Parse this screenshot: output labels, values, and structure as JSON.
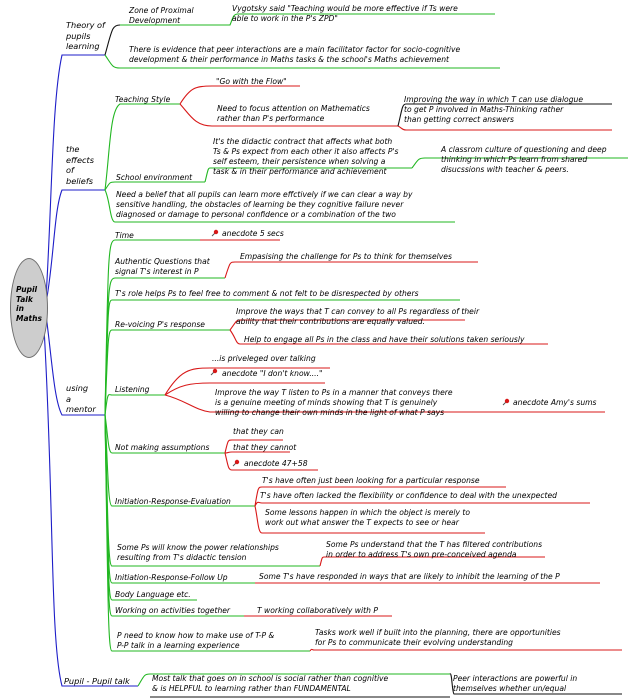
{
  "colors": {
    "blue": "#1e1ec8",
    "green": "#22b722",
    "red": "#d81818",
    "black": "#111111"
  },
  "root": {
    "label": "Pupil\nTalk\nin\nMaths"
  },
  "branches": {
    "theory": {
      "label": "Theory of\npupils\nlearning",
      "zpd": "Zone of Proximal\nDevelopment",
      "vygotsky": "Vygotsky said \"Teaching would be more effective if Ts were\nable to work in the P's ZPD\"",
      "evidence": "There is evidence that peer interactions are a main facilitator factor for socio-cognitive\ndevelopment & their performance in Maths tasks & the school's Maths achievement"
    },
    "beliefs": {
      "label": "the\neffects\nof\nbeliefs",
      "teaching_style": "Teaching Style",
      "go_with_flow": "\"Go with the Flow\"",
      "focus_maths": "Need to focus attention on Mathematics\nrather than P's performance",
      "improving_dialogue": "Improving the way in which T can use dialogue\nto get P involved in Maths-Thinking rather\nthan getting correct answers",
      "didactic_contract": "It's the didactic contract that affects what both\nTs & Ps expect from each other it also affects P's\nself esteem, their persistence when solving a\ntask & in their performance and achievement",
      "school_env": "School environment",
      "classroom_culture": "A classrom culture of questioning and deep\nthinking in which Ps learn from shared\ndisucssions with teacher & peers.",
      "need_belief": "Need a belief that all pupils can learn more effctively if we can clear a way by\nsensitive handling, the obstacles of learning be they cognitive failure never\ndiagnosed or damage to personal confidence or a combination of the two"
    },
    "mentor": {
      "label": "using\na\nmentor",
      "time": "Time",
      "anecdote_5": "anecdote 5 secs",
      "authentic_q": "Authentic Questions that\nsignal T's interest in P",
      "emphasising": "Empasising the challenge for Ps to think for themselves",
      "ts_role": "T's role helps Ps to feel free to comment  & not felt to be disrespected by others",
      "revoicing": "Re-voicing P's response",
      "improve_ways": "Improve the ways that T can convey to all Ps regardless of their\nability that their contributions are equally valued.",
      "help_engage": "Help to engage all Ps in the class and have their solutions taken seriously",
      "listening": "Listening",
      "privileged": "...is priveleged over talking",
      "anecdote_dont_know": "anecdote \"I don't know....\"",
      "improve_listen": "Improve the way T listen to Ps in a manner that conveys there\nis a genuine meeting of minds showing that T is genuinely\nwilling to change their own minds in the light of what P says",
      "anecdote_amy": "anecdote Amy's sums",
      "not_assuming": "Not making assumptions",
      "that_they_can": "that they can",
      "that_they_cannot": "that they cannot",
      "anecdote_47": "anecdote 47+58",
      "ire": "Initiation-Response-Evaluation",
      "ire_1": "T's have often just been looking for a particular response",
      "ire_2": "T's have often lacked the flexibility or confidence to deal with the unexpected",
      "ire_3": "Some lessons happen in which the object is merely to\nwork out what answer the T expects to see or hear",
      "power": "Some Ps will know the power relationships\nresulting from T's didactic tension",
      "power_1": "Some Ps understand that the T has filtered contributions\nin order to address T's own pre-conceived agenda",
      "irf": "Initiation-Response-Follow Up",
      "irf_1": "Some T's have responded in ways that are likely to inhibit the learning of the P",
      "body_language": "Body Language etc.",
      "together": "Working on activities together",
      "together_1": "T working collaboratively with P",
      "need_know": "P need to know how to make use of T-P &\nP-P talk in a learning experience",
      "tasks_well": "Tasks work well if built into the planning, there are opportunities\nfor Ps to communicate their evolving understanding"
    },
    "peer": {
      "label": "Pupil - Pupil talk",
      "social": "Most talk that goes on in school is social rather than cognitive\n& is HELPFUL to learning rather than FUNDAMENTAL",
      "powerful": "Peer interactions are powerful in\nthemselves whether un/equal"
    }
  }
}
